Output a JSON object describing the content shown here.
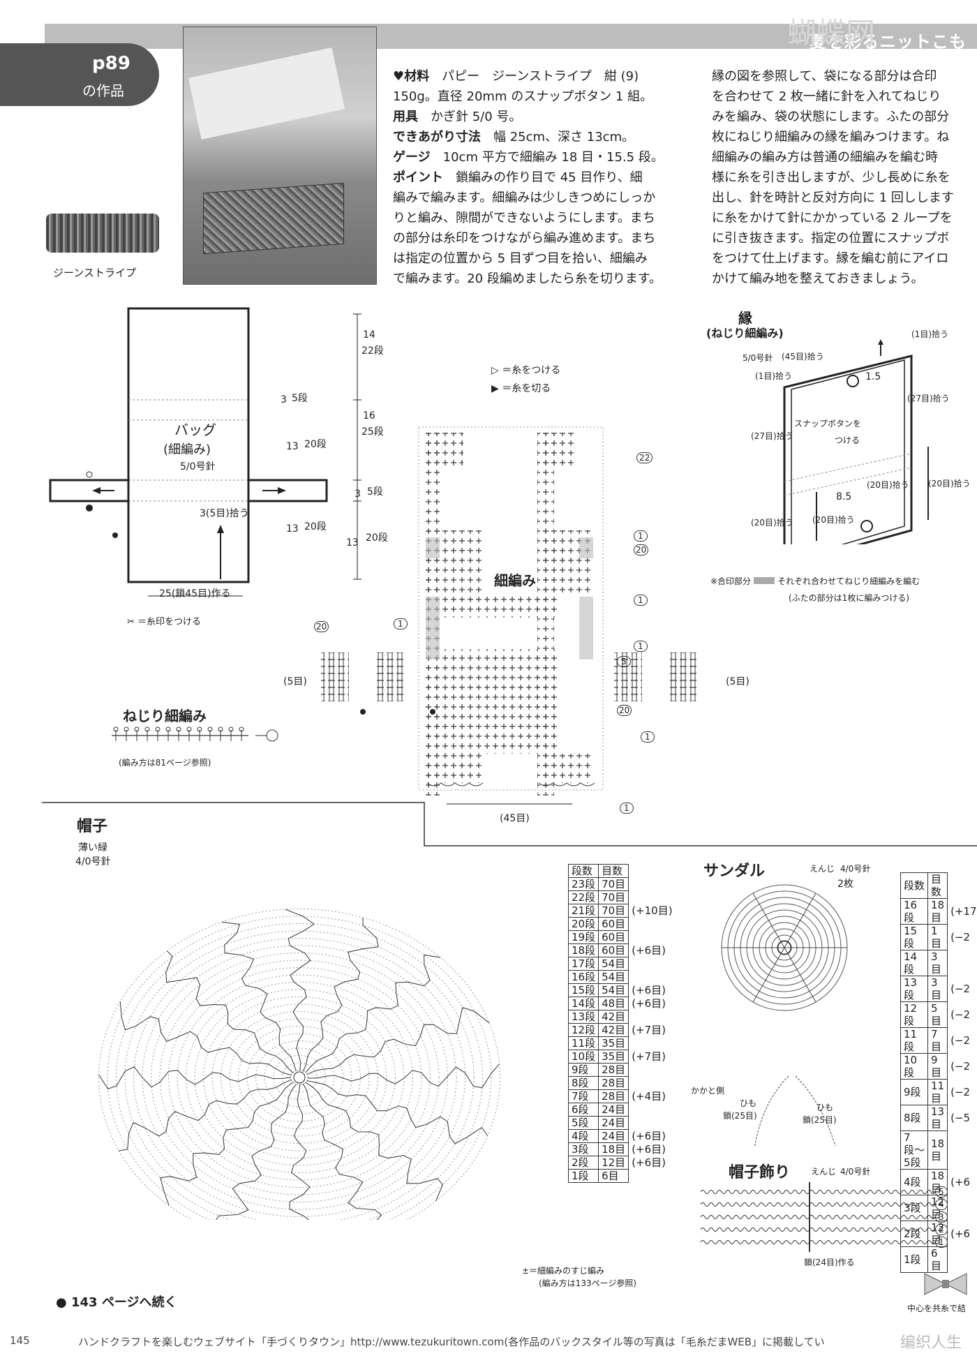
{
  "header": {
    "title": "夏を彩るニットこも",
    "watermark": "蝴蝶网"
  },
  "badge": {
    "page": "p89",
    "sub": "の作品"
  },
  "yarn_caption": "ジーンストライプ",
  "materials": {
    "lines": [
      {
        "key": "♥材料",
        "text": "　パピー　ジーンストライプ　紺 (9)"
      },
      {
        "key": "",
        "text": "150g。直径 20mm のスナップボタン 1 組。"
      },
      {
        "key": "用具",
        "text": "　かぎ針 5/0 号。"
      },
      {
        "key": "できあがり寸法",
        "text": "　幅 25cm、深さ 13cm。"
      },
      {
        "key": "ゲージ",
        "text": "　10cm 平方で細編み 18 目・15.5 段。"
      },
      {
        "key": "ポイント",
        "text": "　鎖編みの作り目で 45 目作り、細"
      },
      {
        "key": "",
        "text": "編みで編みます。細編みは少しきつめにしっか"
      },
      {
        "key": "",
        "text": "りと編み、隙間ができないようにします。まち"
      },
      {
        "key": "",
        "text": "の部分は糸印をつけながら編み進めます。まち"
      },
      {
        "key": "",
        "text": "は指定の位置から 5 目ずつ目を拾い、細編み"
      },
      {
        "key": "",
        "text": "で編みます。20 段編めましたら糸を切ります。"
      }
    ]
  },
  "right_text": [
    "縁の図を参照して、袋になる部分は合印",
    "を合わせて 2 枚一緒に針を入れてねじり",
    "みを編み、袋の状態にします。ふたの部分",
    "枚にねじり細編みの縁を編みつけます。ね",
    "細編みの編み方は普通の細編みを編む時",
    "様に糸を引き出しますが、少し長めに糸を",
    "出し、針を時計と反対方向に 1 回しします",
    "に糸をかけて針にかかっている 2 ループを",
    "に引き抜きます。指定の位置にスナップボ",
    "をつけて仕上げます。縁を編む前にアイロ",
    "かけて編み地を整えておきましょう。"
  ],
  "bag_diagram": {
    "title": "バッグ",
    "sub": "(細編み)",
    "needle": "5/0号針",
    "bottom": "25(鎖45目)作る",
    "pick": "3(5目)拾う",
    "legend": "✂ ＝糸印をつける",
    "dims": [
      {
        "cm": "14",
        "rows": "22段"
      },
      {
        "cm": "3",
        "rows": "5段"
      },
      {
        "cm": "16",
        "rows": "25段"
      },
      {
        "cm": "13",
        "rows": "20段"
      },
      {
        "cm": "3",
        "rows": "5段"
      },
      {
        "cm": "13",
        "rows": "20段"
      }
    ]
  },
  "stitch_legend": {
    "attach": "▷ ＝糸をつける",
    "cut": "▶ ＝糸を切る"
  },
  "chart_center": "細編み",
  "chart_labels": {
    "five": "(5目)",
    "fortyfive": "(45目)",
    "twenty": "20",
    "one": "1",
    "twentytwo": "22",
    "five_num": "5"
  },
  "twist": {
    "title": "ねじり細編み",
    "note": "(編み方は81ページ参照)"
  },
  "edge": {
    "title": "縁",
    "sub": "(ねじり細編み)",
    "needle": "5/0号針",
    "labels": [
      "(45目)拾う",
      "(1目)拾う",
      "(1目)拾う",
      "(27目)拾う",
      "(27目)拾う",
      "(20目)拾う",
      "(20目)拾う",
      "(20目)拾う",
      "(20目)拾う",
      "スナップボタンを",
      "つける",
      "1.5",
      "8.5"
    ],
    "note1": "※合印部分",
    "note2": "それぞれ合わせてねじり細編みを編む",
    "note3": "(ふたの部分は1枚に編みつける)"
  },
  "hat": {
    "title": "帽子",
    "color": "薄い緑",
    "needle": "4/0号針"
  },
  "hat_table": {
    "head": [
      "段数",
      "目数"
    ],
    "rows": [
      [
        "23段",
        "70目",
        ""
      ],
      [
        "22段",
        "70目",
        ""
      ],
      [
        "21段",
        "70目",
        "(+10目)"
      ],
      [
        "20段",
        "60目",
        ""
      ],
      [
        "19段",
        "60目",
        ""
      ],
      [
        "18段",
        "60目",
        "(+6目)"
      ],
      [
        "17段",
        "54目",
        ""
      ],
      [
        "16段",
        "54目",
        ""
      ],
      [
        "15段",
        "54目",
        "(+6目)"
      ],
      [
        "14段",
        "48目",
        "(+6目)"
      ],
      [
        "13段",
        "42目",
        ""
      ],
      [
        "12段",
        "42目",
        "(+7目)"
      ],
      [
        "11段",
        "35目",
        ""
      ],
      [
        "10段",
        "35目",
        "(+7目)"
      ],
      [
        "9段",
        "28目",
        ""
      ],
      [
        "8段",
        "28目",
        ""
      ],
      [
        "7段",
        "28目",
        "(+4目)"
      ],
      [
        "6段",
        "24目",
        ""
      ],
      [
        "5段",
        "24目",
        ""
      ],
      [
        "4段",
        "24目",
        "(+6目)"
      ],
      [
        "3段",
        "18目",
        "(+6目)"
      ],
      [
        "2段",
        "12目",
        "(+6目)"
      ],
      [
        "1段",
        "6目",
        ""
      ]
    ]
  },
  "sandal": {
    "title": "サンダル",
    "color": "えんじ",
    "needle": "4/0号針",
    "count": "2枚",
    "heel": "かかと側",
    "string1": "ひも",
    "string2": "鎖(25目)",
    "string3": "ひも",
    "string4": "鎖(25目)"
  },
  "sandal_table": {
    "head": [
      "段数",
      "目数"
    ],
    "rows": [
      [
        "16段",
        "18目",
        "(+17"
      ],
      [
        "15段",
        "1目",
        "(−2"
      ],
      [
        "14段",
        "3目",
        ""
      ],
      [
        "13段",
        "3目",
        "(−2"
      ],
      [
        "12段",
        "5目",
        "(−2"
      ],
      [
        "11段",
        "7目",
        "(−2"
      ],
      [
        "10段",
        "9目",
        "(−2"
      ],
      [
        "9段",
        "11目",
        "(−2"
      ],
      [
        "8段",
        "13目",
        "(−5"
      ],
      [
        "7段〜5段",
        "18目",
        ""
      ],
      [
        "4段",
        "18目",
        "(+6"
      ],
      [
        "3段",
        "12目",
        ""
      ],
      [
        "2段",
        "12目",
        "(+6"
      ],
      [
        "1段",
        "6目",
        ""
      ]
    ]
  },
  "hat_deco": {
    "title": "帽子飾り",
    "color": "えんじ",
    "needle": "4/0号針",
    "chain": "鎖(24目)作る",
    "center": "中心を共糸で結",
    "rows": [
      "5",
      "4",
      "3",
      "2",
      "1"
    ]
  },
  "hat_note": {
    "line1": "±＝細編みのすじ編み",
    "line2": "(編み方は133ページ参照)"
  },
  "continue": "● 143 ページへ続く",
  "footer": {
    "page": "145",
    "text": "ハンドクラフトを楽しむウェブサイト「手づくりタウン」http://www.tezukuritown.com(各作品のバックスタイル等の写真は「毛糸だまWEB」に掲載してい",
    "logo": "编织人生"
  }
}
